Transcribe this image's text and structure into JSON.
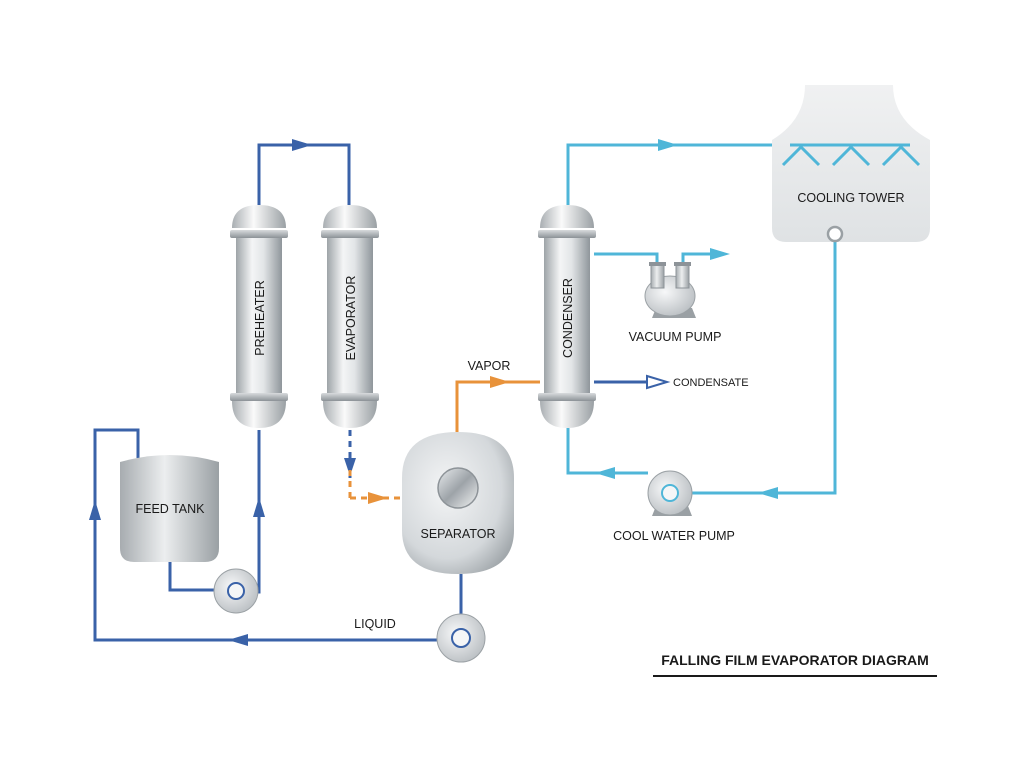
{
  "title": "FALLING FILM EVAPORATOR DIAGRAM",
  "labels": {
    "preheater": "PREHEATER",
    "evaporator": "EVAPORATOR",
    "condenser": "CONDENSER",
    "feed_tank": "FEED TANK",
    "separator": "SEPARATOR",
    "cooling_tower": "COOLING TOWER",
    "vacuum_pump": "VACUUM PUMP",
    "cool_water_pump": "COOL WATER PUMP",
    "condensate": "CONDENSATE",
    "vapor": "VAPOR",
    "liquid": "LIQUID"
  },
  "colors": {
    "product_line": "#3a62a8",
    "cooling_line": "#4fb6d8",
    "vapor_line": "#e8923a",
    "vessel_metal": "#cfd3d6",
    "background": "#ffffff"
  }
}
